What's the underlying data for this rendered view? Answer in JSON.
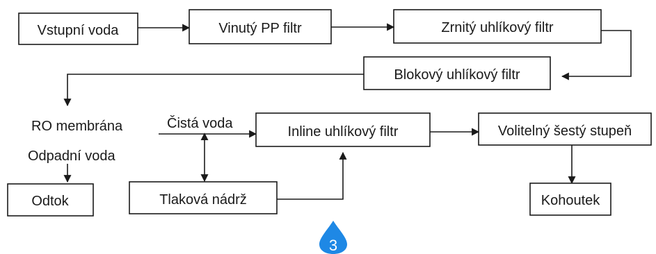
{
  "nodes": {
    "vstupni_voda": "Vstupní voda",
    "vinuty_pp_filtr": "Vinutý PP filtr",
    "zrnity_uhlikovy_filtr": "Zrnitý uhlíkový filtr",
    "blokovy_uhlikovy_filtr": "Blokový uhlíkový filtr",
    "ro_membrana": "RO membrána",
    "cista_voda": "Čistá voda",
    "inline_uhlikovy_filtr": "Inline uhlíkový filtr",
    "volitelny_sesty_stupen": "Volitelný šestý stupeň",
    "odpadni_voda": "Odpadní voda",
    "odtok": "Odtok",
    "tlakova_nadrz": "Tlaková nádrž",
    "kohoutek": "Kohoutek"
  },
  "badge": {
    "number": "3",
    "color": "#1e88e5",
    "icon": "water-drop-icon"
  },
  "colors": {
    "stroke": "#1a1a1a",
    "background": "#ffffff"
  }
}
